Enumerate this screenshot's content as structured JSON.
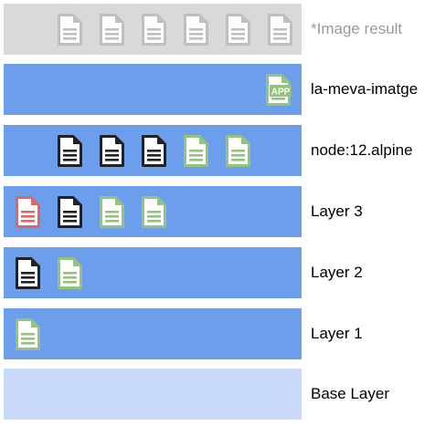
{
  "colors": {
    "band_top": "#d9d9d9",
    "band_layer": "#6d9eeb",
    "band_base": "#c9daf8",
    "label_muted": "#999999",
    "label": "#000000",
    "doc_gray": "#bfbfbf",
    "doc_black": "#222222",
    "doc_green": "#93c47d",
    "doc_red": "#e06666"
  },
  "layers": [
    {
      "label": "*Image result",
      "muted": true,
      "fill": "band_top",
      "docs": [
        "gray",
        "gray",
        "gray",
        "gray",
        "gray",
        "gray"
      ]
    },
    {
      "label": "la-meva-imatge",
      "muted": false,
      "fill": "band_layer",
      "docs": [
        "app"
      ],
      "app_badge": "APP"
    },
    {
      "label": "node:12.alpine",
      "muted": false,
      "fill": "band_layer",
      "docs": [
        "black",
        "black",
        "black",
        "green",
        "green"
      ]
    },
    {
      "label": "Layer 3",
      "muted": false,
      "fill": "band_layer",
      "docs": [
        "red",
        "black",
        "green",
        "green"
      ]
    },
    {
      "label": "Layer 2",
      "muted": false,
      "fill": "band_layer",
      "docs": [
        "black",
        "green"
      ]
    },
    {
      "label": "Layer 1",
      "muted": false,
      "fill": "band_layer",
      "docs": [
        "green"
      ]
    },
    {
      "label": "Base Layer",
      "muted": false,
      "fill": "band_base",
      "docs": []
    }
  ]
}
